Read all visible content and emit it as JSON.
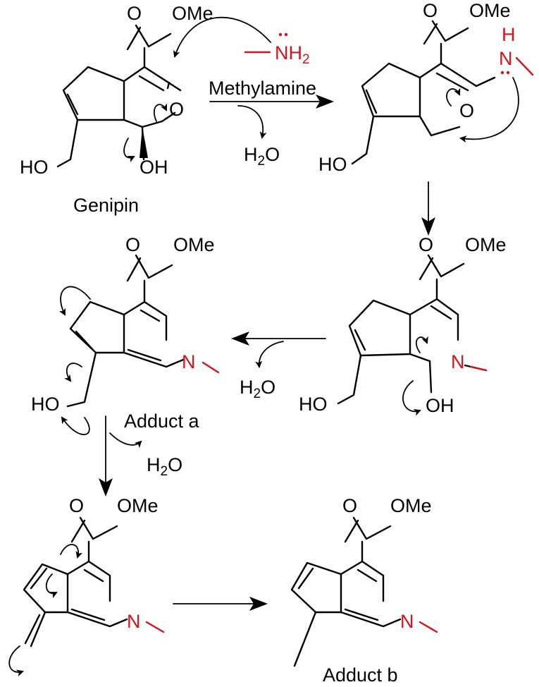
{
  "colors": {
    "bond": "#000000",
    "highlight": "#d9111b",
    "background": "#ffffff"
  },
  "atoms": {
    "ester": "OMe",
    "carbonyl_o": "O",
    "hydroxyl_left": "HO",
    "hydroxyl_right": "OH",
    "ring_o": "O",
    "nitrogen": "N",
    "amine_n": "NH",
    "amine_sub": "2",
    "amine_h": "H",
    "water_h": "H",
    "water_sub": "2",
    "water_o": "O"
  },
  "labels": {
    "genipin": "Genipin",
    "reagent": "Methylamine",
    "adduct_a": "Adduct a",
    "adduct_b": "Adduct b"
  }
}
